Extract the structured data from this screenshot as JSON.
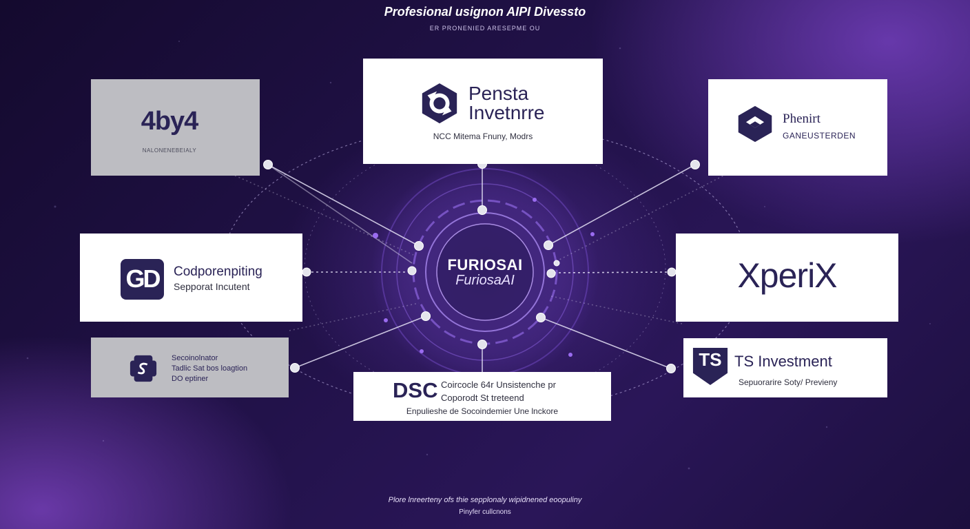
{
  "header": {
    "title": "Profesional usignon AIPI Divessto",
    "subtitle": "ER PRONENIED ARESEPME OU"
  },
  "hub": {
    "name": "FURIOSAI",
    "subname": "FuriosaAI"
  },
  "partners": {
    "p4by4": {
      "logo_text": "4by4",
      "tagline": "NALONENEBEIALY"
    },
    "pensta": {
      "name_line1": "Pensta",
      "name_line2": "Invetnrre",
      "tagline": "NCC Mitema Fnuny, Modrs"
    },
    "phenirt": {
      "name": "Phenirt",
      "tagline": "GANEUSTERDEN"
    },
    "codporenpiting": {
      "badge": "GD",
      "name": "Codporenpiting",
      "tagline": "Sepporat Incutent"
    },
    "xperix": {
      "logo_text": "XperiX"
    },
    "secoinolnator": {
      "line1": "Secoinolnator",
      "line2": "Tadlic Sat bos loagtion",
      "line3": "DO eptiner"
    },
    "dsc": {
      "logo_text": "DSC",
      "line1": "Coircocle 64r Unsistenche pr",
      "line2": "Coporodt St treteend",
      "line3": "Enpulieshe de Socoindemier Une lnckore"
    },
    "ts": {
      "badge": "TS",
      "name": "TS Investment",
      "tagline": "Sepuorarire Soty/ Previeny"
    }
  },
  "footer": {
    "line1": "Plore lnreerteny ofs thie sepplonaly wipidnened eoopuliny",
    "line2": "Pinyfer cullcnons"
  },
  "colors": {
    "navy": "#2a2356",
    "accent_purple": "#7b4fd0",
    "grey_card": "#bdbdc2",
    "node_fill": "#e4e4ec"
  }
}
